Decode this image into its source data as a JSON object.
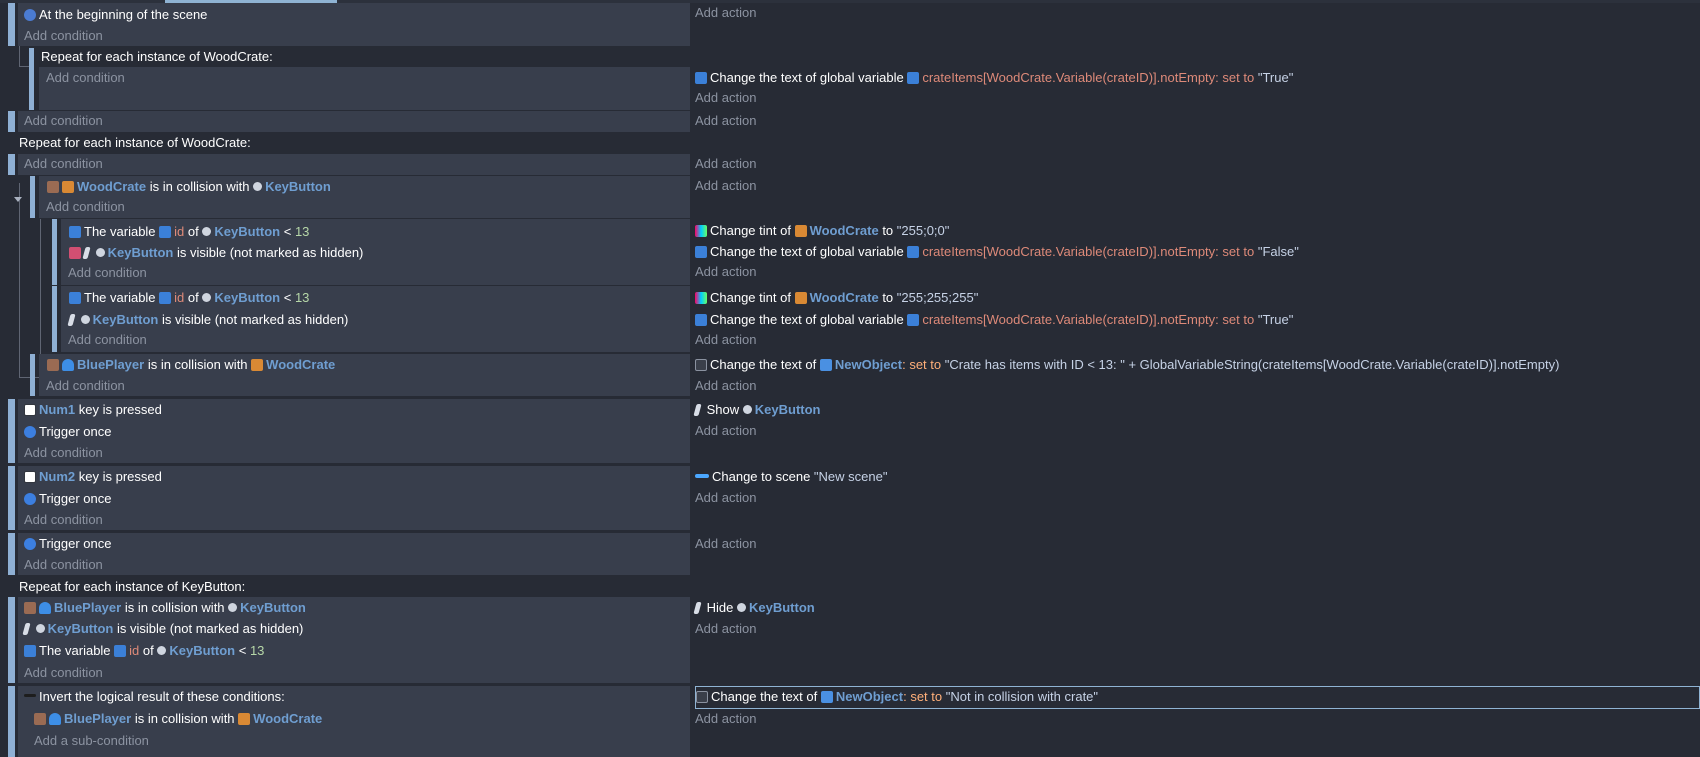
{
  "labels": {
    "add_action": "Add action",
    "add_condition": "Add condition",
    "add_sub_condition": "Add a sub-condition"
  },
  "ev1": {
    "cond": "At the beginning of the scene"
  },
  "ev1s": {
    "header": "Repeat for each instance of WoodCrate:",
    "a1": {
      "p1": "Change the text of global variable",
      "v": "crateItems[WoodCrate.Variable(crateID)].notEmpty",
      "p2": ":",
      "p3": "set to",
      "val": "\"True\""
    }
  },
  "ev2": {
    "header": "Repeat for each instance of WoodCrate:"
  },
  "ev2a": {
    "obj1": "WoodCrate",
    "t1": "is in collision with",
    "obj2": "KeyButton"
  },
  "ev2b": {
    "c1": {
      "t1": "The variable",
      "v": "id",
      "t2": "of",
      "obj": "KeyButton",
      "op": "<",
      "num": "13"
    },
    "c2": {
      "obj": "KeyButton",
      "t": "is visible (not marked as hidden)"
    },
    "a1": {
      "t1": "Change tint of",
      "obj": "WoodCrate",
      "t2": "to",
      "val": "\"255;0;0\""
    },
    "a2": {
      "t1": "Change the text of global variable",
      "v": "crateItems[WoodCrate.Variable(crateID)].notEmpty",
      "p2": ":",
      "p3": "set to",
      "val": "\"False\""
    }
  },
  "ev2c": {
    "c1": {
      "t1": "The variable",
      "v": "id",
      "t2": "of",
      "obj": "KeyButton",
      "op": "<",
      "num": "13"
    },
    "c2": {
      "obj": "KeyButton",
      "t": "is visible (not marked as hidden)"
    },
    "a1": {
      "t1": "Change tint of",
      "obj": "WoodCrate",
      "t2": "to",
      "val": "\"255;255;255\""
    },
    "a2": {
      "t1": "Change the text of global variable",
      "v": "crateItems[WoodCrate.Variable(crateID)].notEmpty",
      "p2": ":",
      "p3": "set to",
      "val": "\"True\""
    }
  },
  "ev2d": {
    "c1": {
      "obj1": "BluePlayer",
      "t": "is in collision with",
      "obj2": "WoodCrate"
    },
    "a1": {
      "t1": "Change the text of",
      "obj": "NewObject",
      "p2": ":",
      "p3": "set to",
      "val": "\"Crate has items with ID < 13: \" + GlobalVariableString(crateItems[WoodCrate.Variable(crateID)].notEmpty)"
    }
  },
  "ev3": {
    "c1": {
      "key": "Num1",
      "t": "key is pressed"
    },
    "c2": "Trigger once",
    "a1": {
      "t": "Show",
      "obj": "KeyButton"
    }
  },
  "ev4": {
    "c1": {
      "key": "Num2",
      "t": "key is pressed"
    },
    "c2": "Trigger once",
    "a1": {
      "t": "Change to scene",
      "val": "\"New scene\""
    }
  },
  "ev5": {
    "c1": "Trigger once"
  },
  "ev6": {
    "header": "Repeat for each instance of KeyButton:",
    "c1": {
      "obj1": "BluePlayer",
      "t": "is in collision with",
      "obj2": "KeyButton"
    },
    "c2": {
      "obj": "KeyButton",
      "t": "is visible (not marked as hidden)"
    },
    "c3": {
      "t1": "The variable",
      "v": "id",
      "t2": "of",
      "obj": "KeyButton",
      "op": "<",
      "num": "13"
    },
    "a1": {
      "t": "Hide",
      "obj": "KeyButton"
    }
  },
  "ev7": {
    "c1": "Invert the logical result of these conditions:",
    "c2": {
      "obj1": "BluePlayer",
      "t": "is in collision with",
      "obj2": "WoodCrate"
    },
    "a1": {
      "t1": "Change the text of",
      "obj": "NewObject",
      "p2": ":",
      "p3": "set to",
      "val": "\"Not in collision with crate\""
    }
  }
}
